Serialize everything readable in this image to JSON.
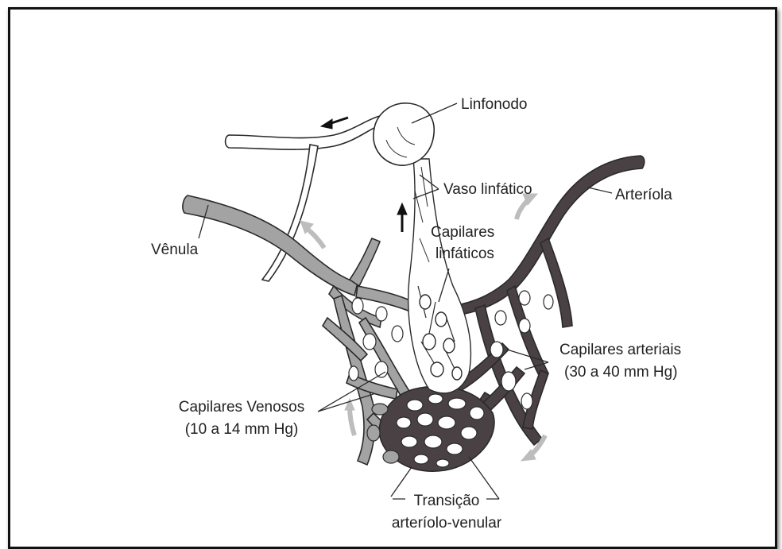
{
  "diagram": {
    "labels": {
      "linfonodo": "Linfonodo",
      "vaso_linfatico": "Vaso linfático",
      "capilares_linfaticos_1": "Capilares",
      "capilares_linfaticos_2": "linfáticos",
      "arteriola": "Arteríola",
      "venula": "Vênula",
      "capilares_arteriais_1": "Capilares arteriais",
      "capilares_arteriais_2": "(30 a 40 mm Hg)",
      "capilares_venosos_1": "Capilares Venosos",
      "capilares_venosos_2": "(10 a 14 mm Hg)",
      "transicao_1": "Transição",
      "transicao_2": "arteríolo-venular"
    },
    "colors": {
      "arterial": "#4a4145",
      "venous": "#a3a3a3",
      "lymph": "#ffffff",
      "outline": "#2a2a2a",
      "flow_arrow": "#bdbdbd"
    }
  }
}
